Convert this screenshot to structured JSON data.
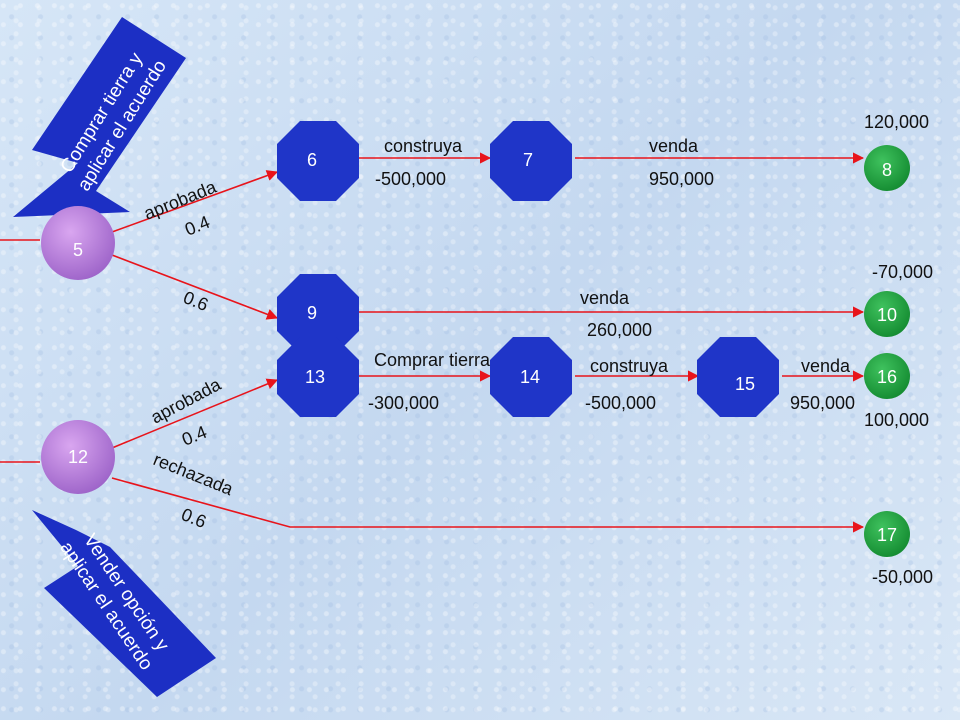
{
  "colors": {
    "decision_node": "#1f35c8",
    "chance_node": "#b07ad6",
    "terminal_node": "#1a9a3a",
    "branch_line": "#e8141b",
    "arrow_fill": "#1c2fc4"
  },
  "arrows": {
    "top": {
      "line1": "Comprar tierra y",
      "line2": "aplicar el acuerdo"
    },
    "bottom": {
      "line1": "Vender opción y",
      "line2": "aplicar el acuerdo"
    }
  },
  "nodes": {
    "n5": "5",
    "n6": "6",
    "n7": "7",
    "n8": "8",
    "n9": "9",
    "n10": "10",
    "n12": "12",
    "n13": "13",
    "n14": "14",
    "n15": "15",
    "n16": "16",
    "n17": "17"
  },
  "labels": {
    "aprobada_top": "aprobada",
    "prob_04_top": "0.4",
    "prob_06_top": "0.6",
    "construya_top": "construya",
    "cost_500_top": "-500,000",
    "venda_top": "venda",
    "rev_950_top": "950,000",
    "payoff_8": "120,000",
    "payoff_10": "-70,000",
    "venda_mid": "venda",
    "rev_260": "260,000",
    "comprar_tierra": "Comprar tierra",
    "cost_300": "-300,000",
    "construya_bottom": "construya",
    "cost_500_bottom": "-500,000",
    "venda_bottom": "venda",
    "rev_950_bottom": "950,000",
    "payoff_16": "100,000",
    "aprobada_bottom": "aprobada",
    "prob_04_bottom": "0.4",
    "rechazada": "rechazada",
    "prob_06_bottom": "0.6",
    "payoff_17": "-50,000"
  }
}
